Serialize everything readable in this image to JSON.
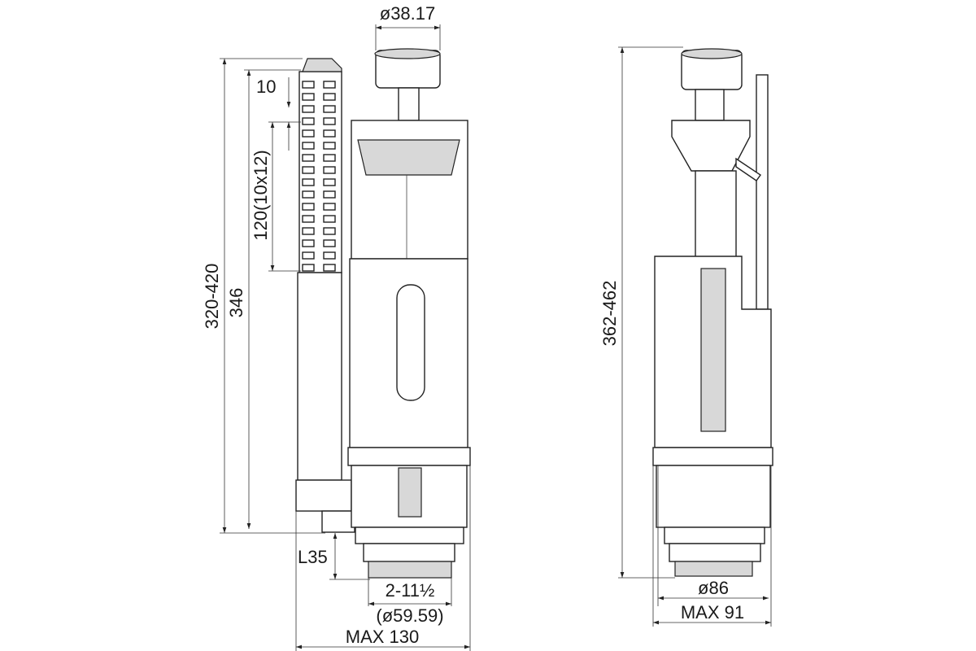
{
  "left_view": {
    "button_diameter": "ø38.17",
    "height_range": "320-420",
    "height_fixed": "346",
    "adjust_range": "120(10x12)",
    "step": "10",
    "length": "L35",
    "thread": "2-11½",
    "thread_diameter": "(ø59.59)",
    "max_width": "MAX 130"
  },
  "right_view": {
    "height_range": "362-462",
    "diameter": "ø86",
    "max_width": "MAX 91"
  }
}
